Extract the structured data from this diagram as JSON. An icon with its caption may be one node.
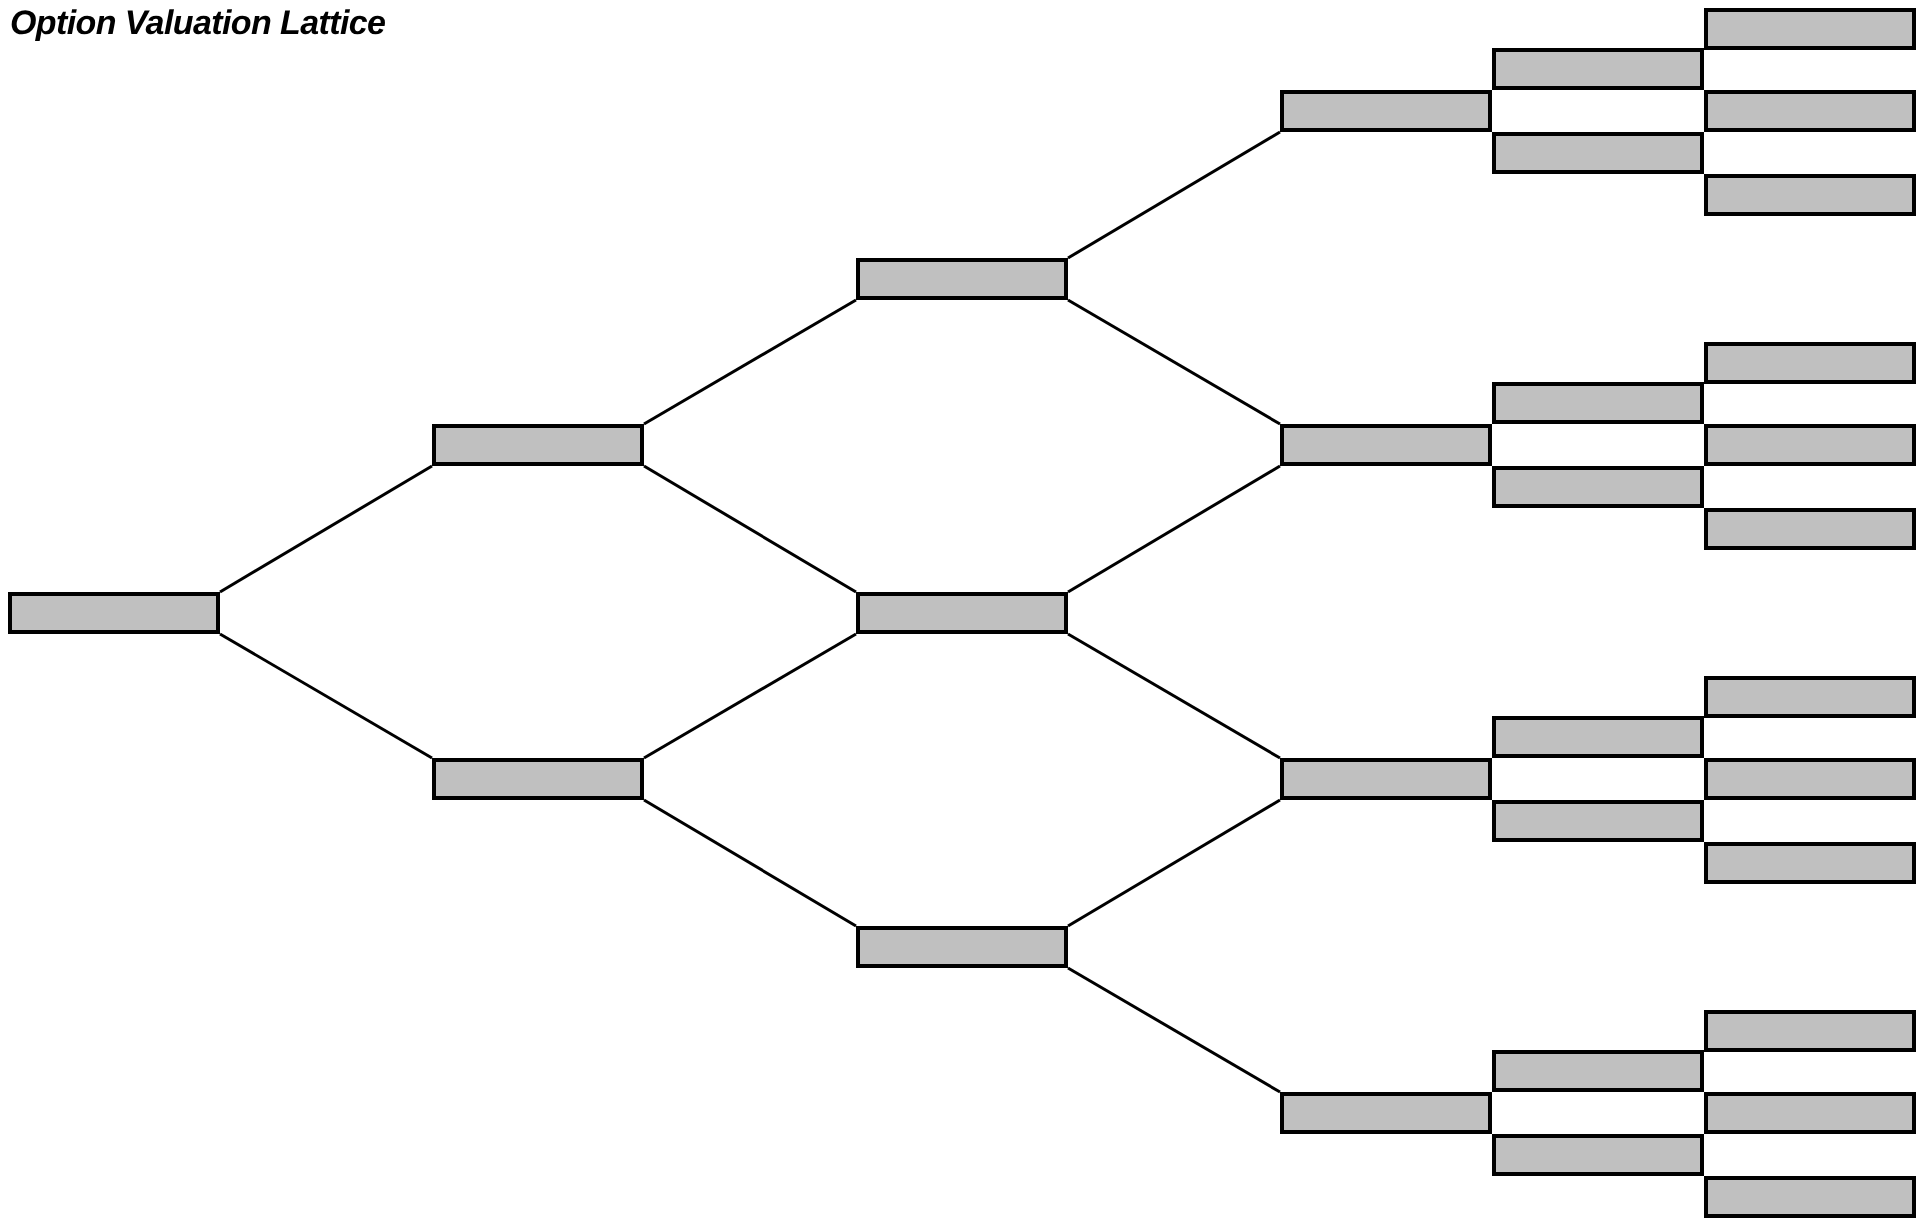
{
  "diagram": {
    "title": "Option Valuation Lattice",
    "nodes": [
      {
        "text": [],
        "shape": "box"
      },
      {
        "text": [],
        "shape": "box"
      },
      {
        "text": [],
        "shape": "box"
      },
      {
        "text": [],
        "shape": "box"
      },
      {
        "text": [],
        "shape": "box"
      },
      {
        "text": [],
        "shape": "box"
      },
      {
        "text": [],
        "shape": "box"
      },
      {
        "text": [],
        "shape": "box"
      },
      {
        "text": [],
        "shape": "box"
      },
      {
        "text": [],
        "shape": "box"
      },
      {
        "text": [],
        "shape": "box"
      },
      {
        "text": [],
        "shape": "box"
      },
      {
        "text": [],
        "shape": "box"
      },
      {
        "text": [],
        "shape": "box"
      },
      {
        "text": [],
        "shape": "box"
      },
      {
        "text": [],
        "shape": "box"
      },
      {
        "text": [],
        "shape": "box"
      },
      {
        "text": [],
        "shape": "box"
      },
      {
        "text": [],
        "shape": "box"
      },
      {
        "text": [],
        "shape": "box"
      },
      {
        "text": [],
        "shape": "box"
      },
      {
        "text": [],
        "shape": "box"
      },
      {
        "text": [],
        "shape": "box"
      },
      {
        "text": [],
        "shape": "box"
      },
      {
        "text": [],
        "shape": "box"
      },
      {
        "text": [],
        "shape": "box"
      },
      {
        "text": [],
        "shape": "box"
      },
      {
        "text": [],
        "shape": "box"
      },
      {
        "text": [],
        "shape": "box"
      },
      {
        "text": [],
        "shape": "box"
      }
    ],
    "edges": [
      {
        "from": 0,
        "to": 1,
        "arrow": "none"
      },
      {
        "from": 0,
        "to": 2,
        "arrow": "none"
      },
      {
        "from": 1,
        "to": 3,
        "arrow": "none"
      },
      {
        "from": 1,
        "to": 4,
        "arrow": "none"
      },
      {
        "from": 2,
        "to": 4,
        "arrow": "none"
      },
      {
        "from": 2,
        "to": 5,
        "arrow": "none"
      },
      {
        "from": 3,
        "to": 6,
        "arrow": "none"
      },
      {
        "from": 3,
        "to": 7,
        "arrow": "none"
      },
      {
        "from": 4,
        "to": 7,
        "arrow": "none"
      },
      {
        "from": 4,
        "to": 8,
        "arrow": "none"
      },
      {
        "from": 5,
        "to": 8,
        "arrow": "none"
      },
      {
        "from": 5,
        "to": 9,
        "arrow": "none"
      }
    ]
  }
}
